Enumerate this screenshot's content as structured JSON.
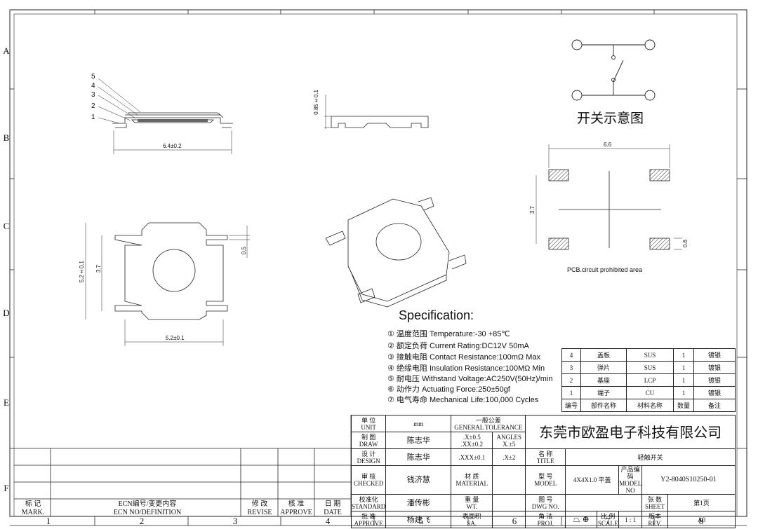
{
  "zones": {
    "rows": [
      "A",
      "B",
      "C",
      "D",
      "E",
      "F"
    ],
    "cols": [
      "1",
      "2",
      "3",
      "4",
      "5",
      "6",
      "7",
      "8"
    ]
  },
  "side_view": {
    "parts": [
      "5",
      "4",
      "3",
      "2",
      "1"
    ],
    "dim_width": "6.4±0.2",
    "dim_height": "0.85±0.1"
  },
  "top_view": {
    "dim_height": "5.2±0.1",
    "dim_inner": "3.7",
    "dim_width": "5.2±0.1",
    "dim_pin": "0.5"
  },
  "schematic": {
    "title": "开关示意图"
  },
  "pcb": {
    "dim_width": "6.6",
    "dim_height": "3.7",
    "dim_pad": "0.6",
    "note": "PCB.circuit prohibited area"
  },
  "spec": {
    "title": "Specification:",
    "items": [
      "① 温度范围 Temperature:-30 +85℃",
      "② 额定负荷 Current Rating:DC12V 50mA",
      "③ 接触电阻 Contact Resistance:100mΩ Max",
      "④ 绝缘电阻 Insulation Resistance:100MΩ Min",
      "⑤ 耐电压  Withstand Voltage:AC250V(50Hz)/min",
      "⑥ 动作力 Actuating Force:250±50gf",
      "⑦ 电气寿命 Mechanical Life:100,000 Cycles"
    ]
  },
  "bom": {
    "rows": [
      [
        "4",
        "盖板",
        "SUS",
        "1",
        "镀银"
      ],
      [
        "3",
        "弹片",
        "SUS",
        "1",
        "镀银"
      ],
      [
        "2",
        "基座",
        "LCP",
        "1",
        "镀银"
      ],
      [
        "1",
        "端子",
        "CU",
        "1",
        "镀银"
      ]
    ],
    "header": [
      "编号",
      "部件名称",
      "材料名称",
      "数量",
      "备注"
    ]
  },
  "title_block": {
    "unit_label": "单  位",
    "unit_label_en": "UNIT",
    "unit_value": "mm",
    "tolerance_label": "一般公差",
    "tolerance_label_en": "GENERAL TOLERANCE",
    "tol": [
      ".X±0.5",
      "ANGLES",
      ".XX±0.2",
      "X.±5",
      ".XXX±0.1",
      ".X±2"
    ],
    "company": "东莞市欧盈电子科技有限公司",
    "draw_label": "制  图",
    "draw_label_en": "DRAW",
    "draw_name": "陈志华",
    "design_label": "设  计",
    "design_label_en": "DESIGN",
    "design_name": "陈志华",
    "check_label": "审  核",
    "check_label_en": "CHECKED",
    "check_name": "钱济慧",
    "standard_label": "校准化",
    "standard_label_en": "STANDARD",
    "standard_name": "潘传彬",
    "approve_label": "批  准",
    "approve_label_en": "APPROVE",
    "approve_name": "杨建飞",
    "title_label": "名  称",
    "title_label_en": "TITLE",
    "title_value": "轻触开关",
    "material_label": "材  质",
    "material_label_en": "MATERIAL",
    "model_label": "型  号",
    "model_label_en": "MODEL",
    "model_value": "4X4X1.0 平盖",
    "model_no_label": "产品编码",
    "model_no_label_en": "MODEL NO",
    "model_no_value": "Y2-8040S10250-01",
    "weight_label": "重  量",
    "weight_label_en": "WT.",
    "dwg_label": "图  号",
    "dwg_label_en": "DWG NO.",
    "sheet_label": "张  数",
    "sheet_label_en": "SHEET",
    "sheet_value": "第1页",
    "surface_label": "表面积",
    "surface_label_en": "SA.",
    "proj_label": "角  法",
    "proj_label_en": "PROJ.",
    "scale_label": "比 例",
    "scale_label_en": "SCALE",
    "scale_value": "1 : 1",
    "rev_label": "版本",
    "rev_label_en": "REV.",
    "rev_value": "A0",
    "mark_label": "标  记",
    "mark_label_en": "MARK.",
    "ecn_label": "ECN编号/变更内容",
    "ecn_label_en": "ECN NO/DEFINITION",
    "revise_label": "修  改",
    "revise_label_en": "REVISE",
    "approve2_label": "核  准",
    "approve2_label_en": "APPROVE",
    "date_label": "日  期",
    "date_label_en": "DATE",
    "approve3_label": "批  准",
    "approve3_label_en": "APPROVE"
  }
}
